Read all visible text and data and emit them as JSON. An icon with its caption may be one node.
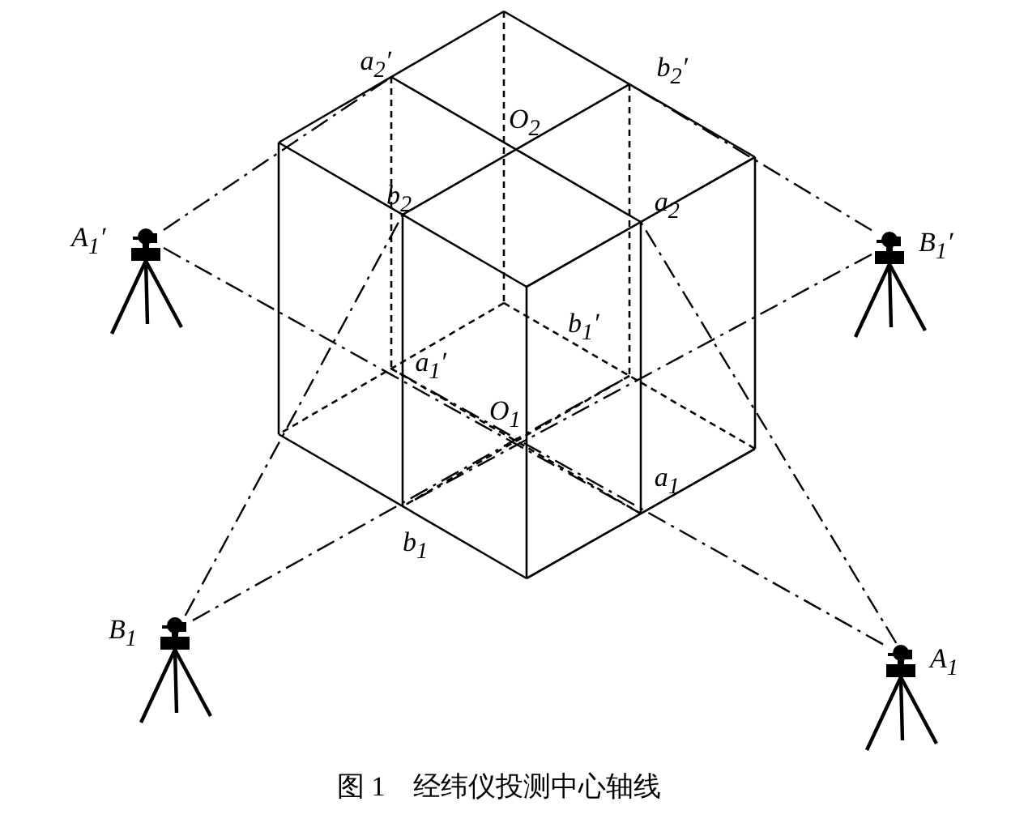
{
  "diagram": {
    "caption": "图 1　经纬仪投测中心轴线",
    "nodes": [
      {
        "text": [
          "a$_{2}$′"
        ]
      },
      {
        "text": [
          "b$_{2}$′"
        ]
      },
      {
        "text": [],
        "shape": "picture",
        "beside": [
          "A$_{1}$′"
        ]
      },
      {
        "text": [
          "b$_{2}$"
        ]
      },
      {
        "text": [
          "a$_{2}$"
        ]
      },
      {
        "text": [],
        "shape": "picture",
        "beside": [
          "B$_{1}$′"
        ]
      },
      {
        "text": [
          "b$_{1}$′"
        ]
      },
      {
        "text": [
          "a$_{1}$′"
        ]
      },
      {
        "text": [
          "a$_{1}$"
        ]
      },
      {
        "text": [
          "b$_{1}$"
        ]
      },
      {
        "text": [],
        "shape": "picture",
        "beside": [
          "B$_{1}$"
        ]
      },
      {
        "text": [],
        "shape": "picture",
        "beside": [
          "A$_{1}$"
        ]
      }
    ],
    "edges": [
      {
        "from": 2,
        "to": 0,
        "arrow": "none"
      },
      {
        "from": 2,
        "to": 8,
        "arrow": "none"
      },
      {
        "from": 5,
        "to": 1,
        "arrow": "none"
      },
      {
        "from": 5,
        "to": 9,
        "arrow": "none"
      },
      {
        "from": 10,
        "to": 3,
        "arrow": "none"
      },
      {
        "from": 10,
        "to": 6,
        "arrow": "none"
      },
      {
        "from": 11,
        "to": 4,
        "arrow": "none"
      },
      {
        "from": 11,
        "to": 7,
        "arrow": "none"
      }
    ],
    "labels": [
      "O$_{2}$",
      "O$_{1}$"
    ]
  }
}
